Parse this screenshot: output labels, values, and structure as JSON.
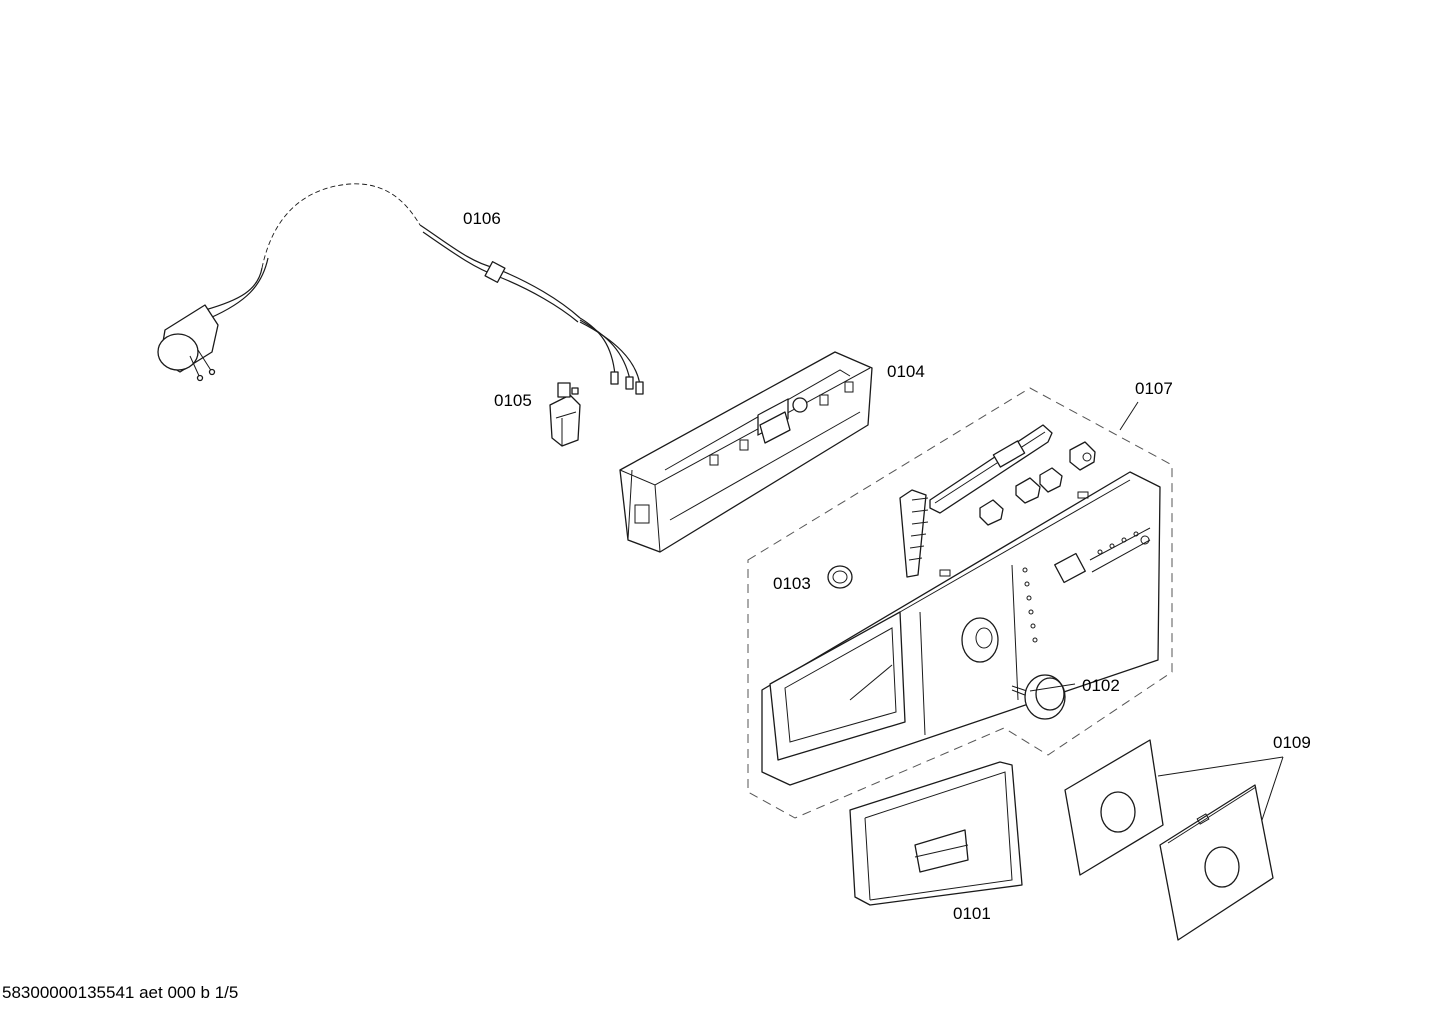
{
  "labels": {
    "p0101": "0101",
    "p0102": "0102",
    "p0103": "0103",
    "p0104": "0104",
    "p0105": "0105",
    "p0106": "0106",
    "p0107": "0107",
    "p0109": "0109"
  },
  "footer": "58300000135541 aet 000 b 1/5"
}
